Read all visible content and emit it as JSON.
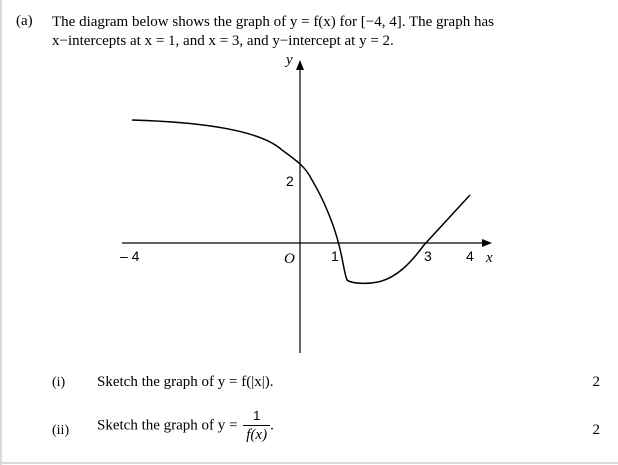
{
  "question": {
    "part_label": "(a)",
    "intro_line1": "The diagram below shows the graph of y = f(x) for [−4, 4]. The graph has",
    "intro_line2": "x−intercepts at x = 1, and x = 3, and y−intercept at y = 2."
  },
  "graph": {
    "y_axis_label": "y",
    "x_axis_label": "x",
    "origin_label": "O",
    "tick_neg4": "– 4",
    "tick_1": "1",
    "tick_3": "3",
    "tick_4": "4",
    "y_intercept_label": "2"
  },
  "subparts": [
    {
      "label": "(i)",
      "text": "Sketch the graph of y = f(|x|).",
      "marks": "2"
    },
    {
      "label": "(ii)",
      "text_prefix": "Sketch the graph of  y =",
      "frac_num": "1",
      "frac_den": "f(x)",
      "text_suffix": ".",
      "marks": "2"
    }
  ]
}
